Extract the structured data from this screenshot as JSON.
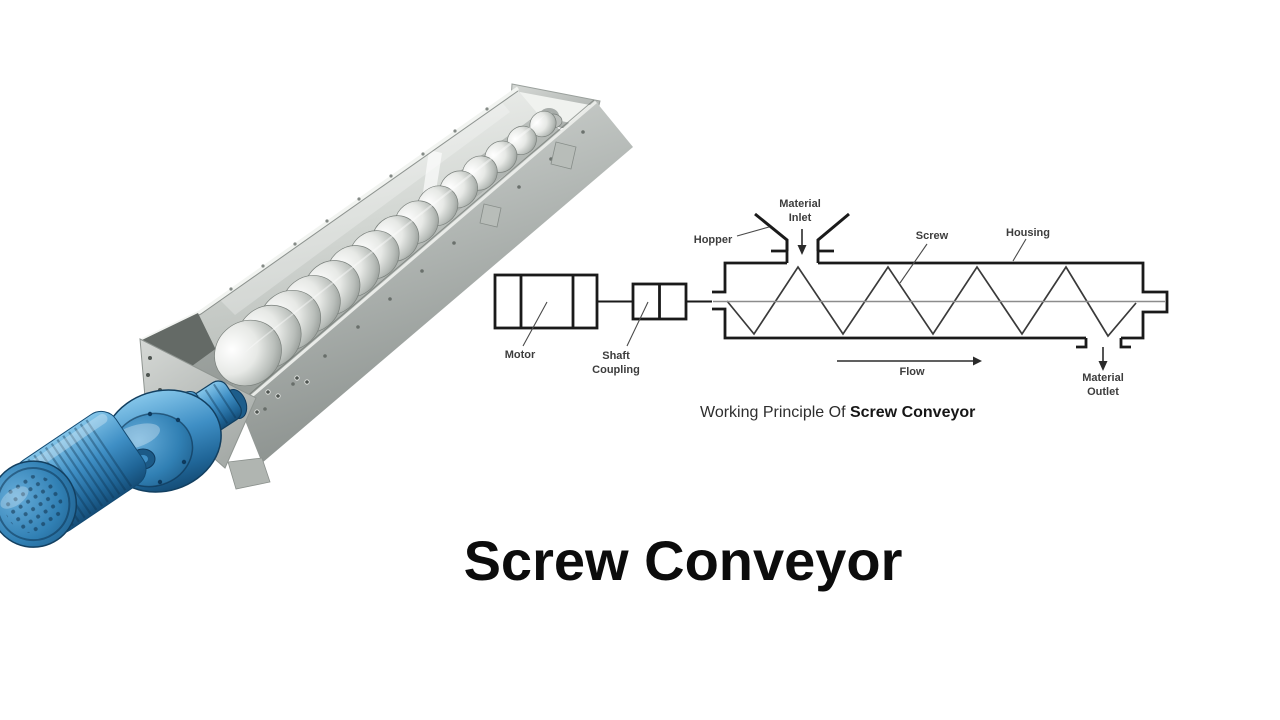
{
  "title": "Screw Conveyor",
  "photo": {
    "description": "screw conveyor product photo",
    "motor_blue": "#3f8fc5",
    "metal_gray": "#c9cdca"
  },
  "diagram": {
    "line_color": "#1a1a1a",
    "caption": {
      "prefix": "Working Principle Of ",
      "bold": "Screw Conveyor"
    },
    "labels": {
      "hopper": "Hopper",
      "material_inlet_1": "Material",
      "material_inlet_2": "Inlet",
      "screw": "Screw",
      "housing": "Housing",
      "motor": "Motor",
      "shaft_coupling_1": "Shaft",
      "shaft_coupling_2": "Coupling",
      "flow": "Flow",
      "material_outlet_1": "Material",
      "material_outlet_2": "Outlet"
    }
  }
}
